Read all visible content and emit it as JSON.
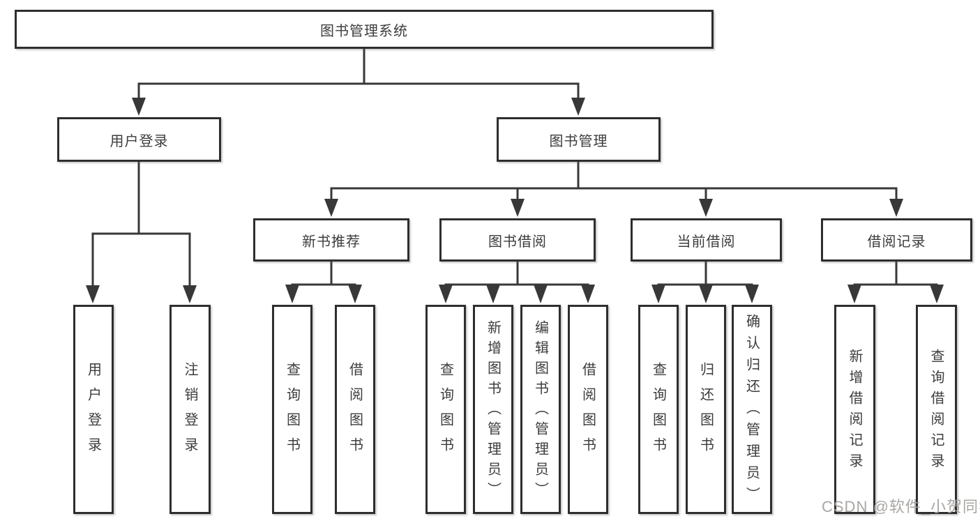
{
  "tree": {
    "root": "图书管理系统",
    "branches": [
      {
        "label": "用户登录",
        "leaves": [
          "用户登录",
          "注销登录"
        ]
      },
      {
        "label": "图书管理",
        "groups": [
          {
            "label": "新书推荐",
            "leaves": [
              "查询图书",
              "借阅图书"
            ]
          },
          {
            "label": "图书借阅",
            "leaves": [
              "查询图书",
              "新增图书（管理员）",
              "编辑图书（管理员）",
              "借阅图书"
            ]
          },
          {
            "label": "当前借阅",
            "leaves": [
              "查询图书",
              "归还图书",
              "确认归还（管理员）"
            ]
          },
          {
            "label": "借阅记录",
            "leaves": [
              "新增借阅记录",
              "查询借阅记录"
            ]
          }
        ]
      }
    ]
  },
  "watermark": "CSDN @软件_小贺同学",
  "colors": {
    "line": "#383838",
    "box_border": "#2e2e2e",
    "text": "#3c3c3c",
    "background": "#ffffff",
    "watermark": "#a4a19e"
  }
}
